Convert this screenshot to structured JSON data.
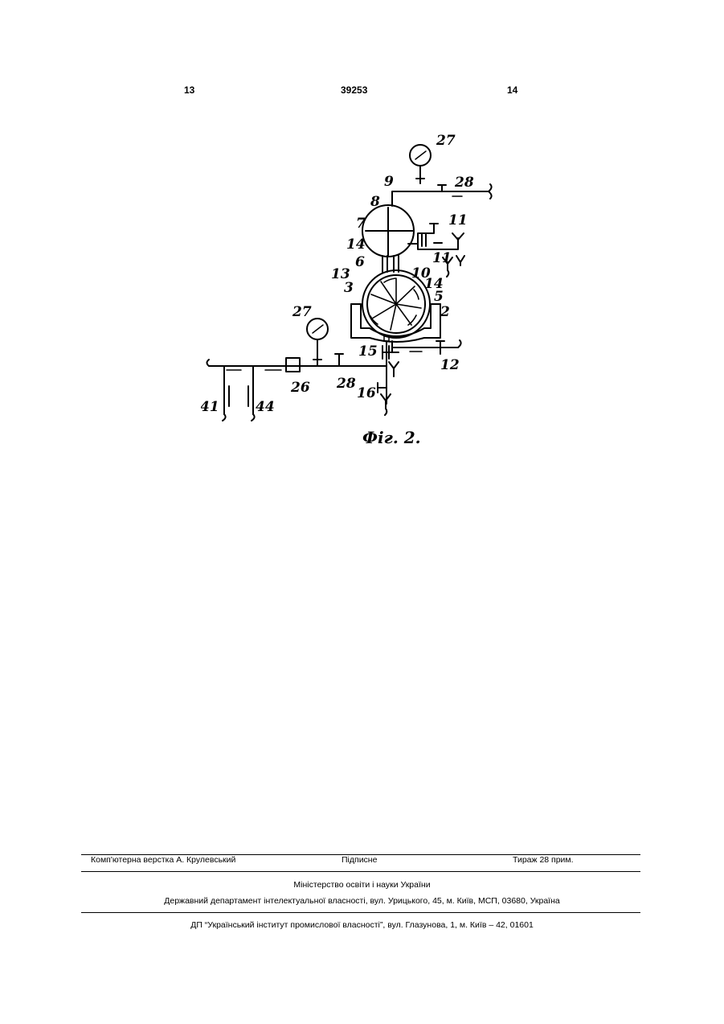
{
  "header": {
    "page_left": "13",
    "patent_number": "39253",
    "page_right": "14"
  },
  "figure": {
    "caption": "Фiг. 2.",
    "labels": {
      "l27_top": "27",
      "l28_top": "28",
      "l9": "9",
      "l8": "8",
      "l7": "7",
      "l14_left": "14",
      "l6": "6",
      "l11_a": "11",
      "l11_b": "11",
      "l13": "13",
      "l10": "10",
      "l3": "3",
      "l14_right": "14",
      "l5": "5",
      "l2": "2",
      "l27_left": "27",
      "l15": "15",
      "l12": "12",
      "l26": "26",
      "l28_bottom": "28",
      "l16": "16",
      "l41": "41",
      "l44": "44"
    }
  },
  "footer": {
    "typesetter": "Комп'ютерна верстка А. Крулевський",
    "subscription": "Підписне",
    "circulation": "Тираж 28 прим.",
    "ministry": "Міністерство освіти і науки України",
    "department": "Державний департамент інтелектуальної власності, вул. Урицького, 45, м. Київ, МСП, 03680, Україна",
    "institute": "ДП “Український інститут промислової власності”, вул. Глазунова, 1, м. Київ – 42, 01601"
  }
}
